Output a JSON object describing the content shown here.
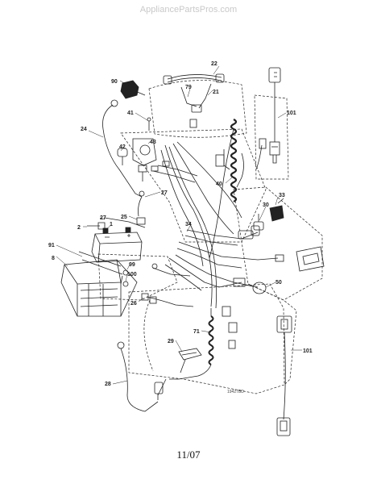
{
  "header": {
    "watermark": "AppliancePartsPros.com"
  },
  "footer": {
    "date_code": "11/07"
  },
  "drawing_number": "19427BD",
  "callouts": [
    {
      "id": "c22",
      "text": "22"
    },
    {
      "id": "c79",
      "text": "79"
    },
    {
      "id": "c21",
      "text": "21"
    },
    {
      "id": "c90",
      "text": "90"
    },
    {
      "id": "c101a",
      "text": "101"
    },
    {
      "id": "c41",
      "text": "41"
    },
    {
      "id": "c43",
      "text": "43"
    },
    {
      "id": "c24",
      "text": "24"
    },
    {
      "id": "c42",
      "text": "42"
    },
    {
      "id": "c40",
      "text": "40"
    },
    {
      "id": "c33",
      "text": "33"
    },
    {
      "id": "c27a",
      "text": "27"
    },
    {
      "id": "c30",
      "text": "30"
    },
    {
      "id": "c2",
      "text": "2"
    },
    {
      "id": "c27b",
      "text": "27"
    },
    {
      "id": "c25",
      "text": "25"
    },
    {
      "id": "c1",
      "text": "1"
    },
    {
      "id": "c34",
      "text": "34"
    },
    {
      "id": "c91",
      "text": "91"
    },
    {
      "id": "c8",
      "text": "8"
    },
    {
      "id": "c99",
      "text": "99"
    },
    {
      "id": "c100",
      "text": "100"
    },
    {
      "id": "c50",
      "text": "50"
    },
    {
      "id": "c26",
      "text": "26"
    },
    {
      "id": "c101b",
      "text": "101"
    },
    {
      "id": "c71",
      "text": "71"
    },
    {
      "id": "c29",
      "text": "29"
    },
    {
      "id": "c28",
      "text": "28"
    }
  ]
}
